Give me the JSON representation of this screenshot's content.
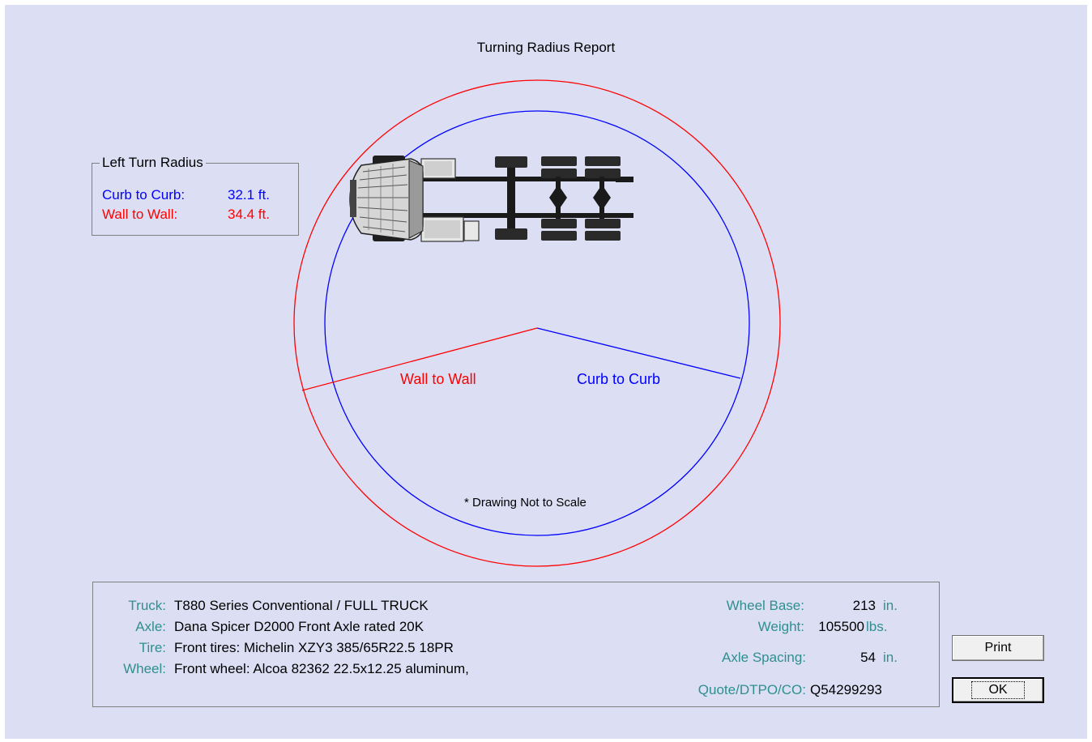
{
  "title": "Turning Radius Report",
  "radius_box": {
    "legend": "Left Turn Radius",
    "curb_label": "Curb to Curb:",
    "curb_value": "32.1 ft.",
    "wall_label": "Wall to Wall:",
    "wall_value": "34.4 ft."
  },
  "diagram": {
    "wall_label": "Wall to Wall",
    "curb_label": "Curb to Curb",
    "note": "* Drawing Not to Scale",
    "curb_color": "#0000ff",
    "wall_color": "#ff0000"
  },
  "info": {
    "truck_label": "Truck:",
    "truck_value": "T880 Series Conventional / FULL TRUCK",
    "axle_label": "Axle:",
    "axle_value": "Dana Spicer D2000 Front Axle rated 20K",
    "tire_label": "Tire:",
    "tire_value": "Front tires: Michelin XZY3 385/65R22.5 18PR",
    "wheel_label": "Wheel:",
    "wheel_value": "Front wheel: Alcoa 82362 22.5x12.25 aluminum,",
    "wheelbase_label": "Wheel Base:",
    "wheelbase_value": "213",
    "wheelbase_unit": "in.",
    "weight_label": "Weight:",
    "weight_value": "105500",
    "weight_unit": "lbs.",
    "axlespacing_label": "Axle Spacing:",
    "axlespacing_value": "54",
    "axlespacing_unit": "in.",
    "quote_label": "Quote/DTPO/CO:",
    "quote_value": "Q54299293"
  },
  "buttons": {
    "print": "Print",
    "ok": "OK"
  }
}
